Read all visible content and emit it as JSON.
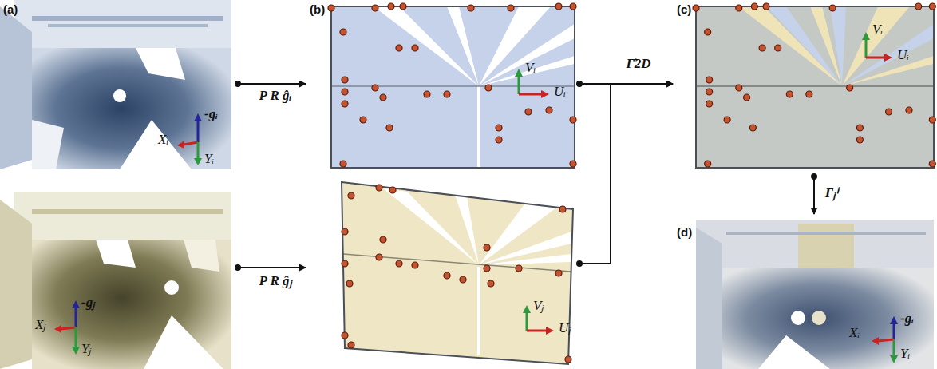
{
  "diagram": {
    "nodes": [
      {
        "text": [
          "(a)",
          "-gᵢ",
          "Xᵢ",
          "Yᵢ"
        ]
      },
      {
        "text": [
          "(b)",
          "Vᵢ",
          "Uᵢ"
        ]
      },
      {
        "text": [
          "(c)",
          "Vᵢ",
          "Uᵢ"
        ]
      },
      {
        "text": [
          "-gⱼ",
          "Xⱼ",
          "Yⱼ"
        ]
      },
      {
        "text": [
          "Vⱼ",
          "Uⱼ"
        ]
      },
      {
        "text": [
          "(d)",
          "-gᵢ",
          "Xᵢ",
          "Yᵢ"
        ]
      }
    ],
    "edges": [
      {
        "from": 0,
        "to": 1,
        "arrow": "to",
        "label": "P R ĝᵢ"
      },
      {
        "from": 3,
        "to": 4,
        "arrow": "to",
        "label": "P R ĝⱼ"
      },
      {
        "from": 1,
        "to": 2,
        "arrow": "to",
        "label": "Γ̂2D"
      },
      {
        "from": 4,
        "to": 2,
        "arrow": "to"
      },
      {
        "from": 2,
        "to": 5,
        "arrow": "to",
        "label": "Γⱼⁱ"
      }
    ]
  }
}
